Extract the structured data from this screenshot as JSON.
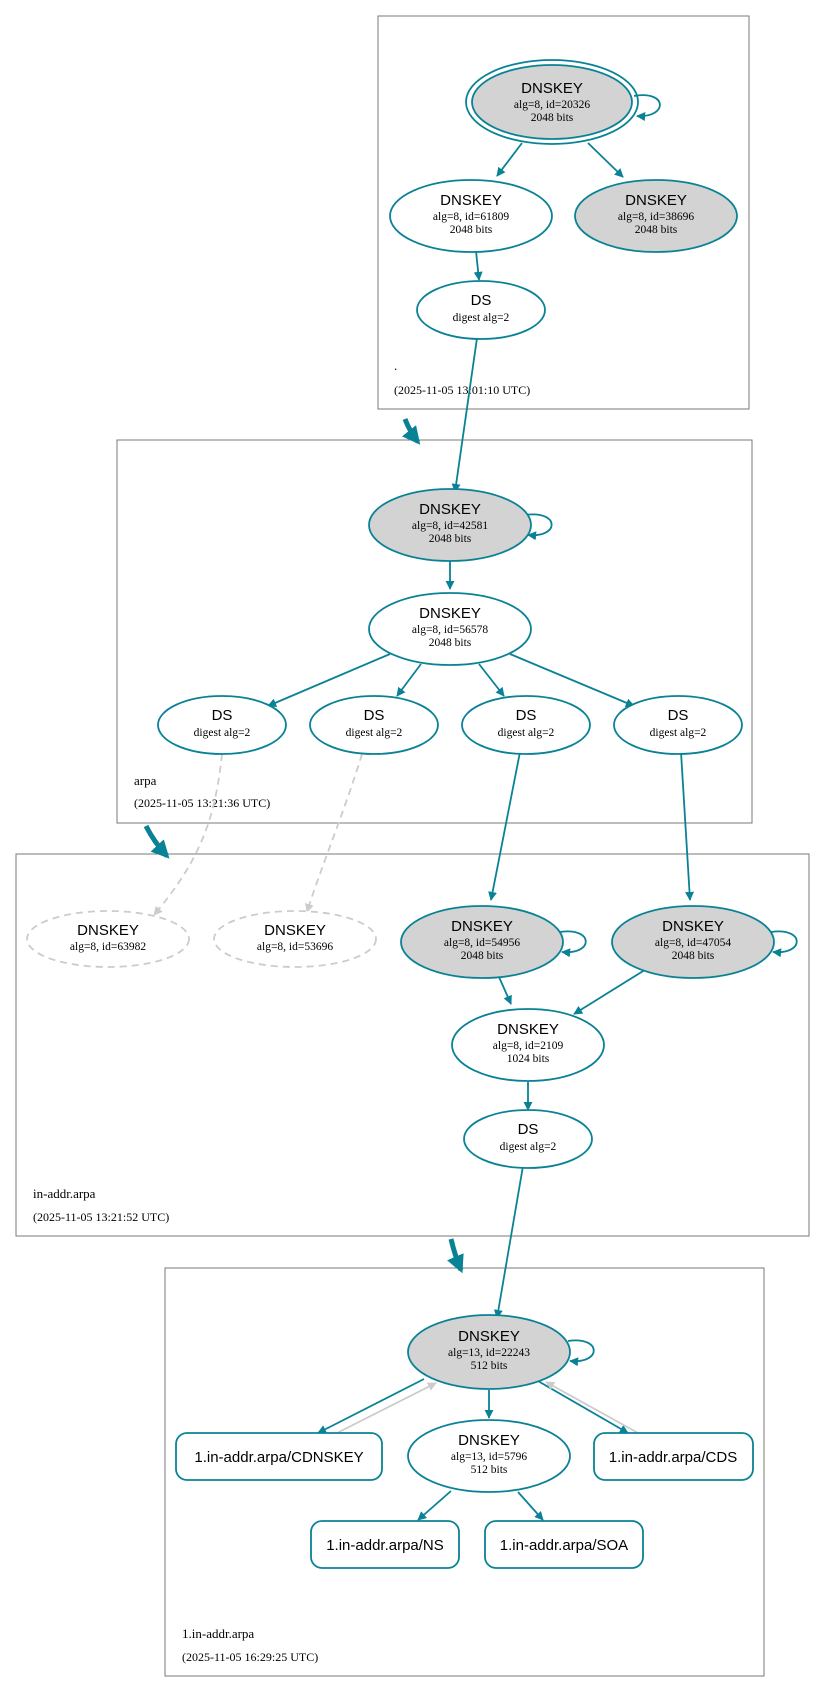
{
  "colors": {
    "teal": "#0a8296",
    "gray_fill": "#d3d3d3",
    "ghost": "#cccccc",
    "zone_border": "#7a7a7a"
  },
  "zones": {
    "root": {
      "name": ".",
      "timestamp": "(2025-11-05 13:01:10 UTC)"
    },
    "arpa": {
      "name": "arpa",
      "timestamp": "(2025-11-05 13:21:36 UTC)"
    },
    "inaddr": {
      "name": "in-addr.arpa",
      "timestamp": "(2025-11-05 13:21:52 UTC)"
    },
    "one": {
      "name": "1.in-addr.arpa",
      "timestamp": "(2025-11-05 16:29:25 UTC)"
    }
  },
  "nodes": {
    "root_ksk": {
      "type": "DNSKEY",
      "line1": "alg=8, id=20326",
      "line2": "2048 bits"
    },
    "root_zsk": {
      "type": "DNSKEY",
      "line1": "alg=8, id=61809",
      "line2": "2048 bits"
    },
    "root_k2": {
      "type": "DNSKEY",
      "line1": "alg=8, id=38696",
      "line2": "2048 bits"
    },
    "root_ds": {
      "type": "DS",
      "line1": "digest alg=2"
    },
    "arpa_ksk": {
      "type": "DNSKEY",
      "line1": "alg=8, id=42581",
      "line2": "2048 bits"
    },
    "arpa_zsk": {
      "type": "DNSKEY",
      "line1": "alg=8, id=56578",
      "line2": "2048 bits"
    },
    "arpa_ds1": {
      "type": "DS",
      "line1": "digest alg=2"
    },
    "arpa_ds2": {
      "type": "DS",
      "line1": "digest alg=2"
    },
    "arpa_ds3": {
      "type": "DS",
      "line1": "digest alg=2"
    },
    "arpa_ds4": {
      "type": "DS",
      "line1": "digest alg=2"
    },
    "in_missing1": {
      "type": "DNSKEY",
      "line1": "alg=8, id=63982"
    },
    "in_missing2": {
      "type": "DNSKEY",
      "line1": "alg=8, id=53696"
    },
    "in_ksk1": {
      "type": "DNSKEY",
      "line1": "alg=8, id=54956",
      "line2": "2048 bits"
    },
    "in_ksk2": {
      "type": "DNSKEY",
      "line1": "alg=8, id=47054",
      "line2": "2048 bits"
    },
    "in_zsk": {
      "type": "DNSKEY",
      "line1": "alg=8, id=2109",
      "line2": "1024 bits"
    },
    "in_ds": {
      "type": "DS",
      "line1": "digest alg=2"
    },
    "one_ksk": {
      "type": "DNSKEY",
      "line1": "alg=13, id=22243",
      "line2": "512 bits"
    },
    "one_zsk": {
      "type": "DNSKEY",
      "line1": "alg=13, id=5796",
      "line2": "512 bits"
    }
  },
  "rrsets": {
    "cdnskey": "1.in-addr.arpa/CDNSKEY",
    "cds": "1.in-addr.arpa/CDS",
    "ns": "1.in-addr.arpa/NS",
    "soa": "1.in-addr.arpa/SOA"
  }
}
